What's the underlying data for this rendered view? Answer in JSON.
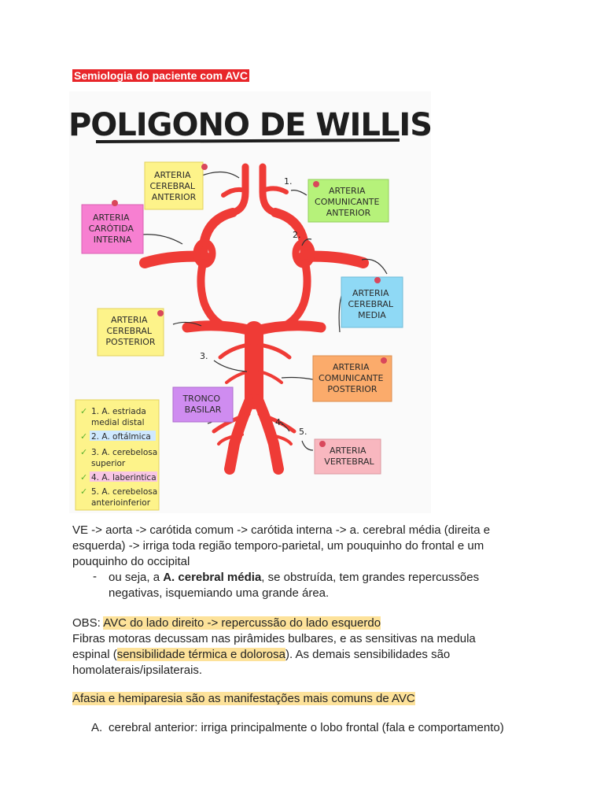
{
  "document": {
    "title": "Semiologia do paciente com AVC"
  },
  "diagram": {
    "heading": "POLIGONO DE WILLIS",
    "labels": {
      "cerebral_anterior": [
        "ARTERIA",
        "CEREBRAL",
        "ANTERIOR"
      ],
      "comunicante_anterior": [
        "ARTERIA",
        "COMUNICANTE",
        "ANTERIOR"
      ],
      "carotida_interna": [
        "ARTERIA",
        "CARÓTIDA",
        "INTERNA"
      ],
      "cerebral_media": [
        "ARTERIA",
        "CEREBRAL",
        "MEDIA"
      ],
      "cerebral_posterior": [
        "ARTERIA",
        "CEREBRAL",
        "POSTERIOR"
      ],
      "comunicante_posterior": [
        "ARTERIA",
        "COMUNICANTE",
        "POSTERIOR"
      ],
      "tronco_basilar": [
        "TRONCO",
        "BASILAR"
      ],
      "vertebral": [
        "ARTERIA",
        "VERTEBRAL"
      ]
    },
    "numbers": [
      "1.",
      "2.",
      "3.",
      "4.",
      "5."
    ],
    "checklist": [
      [
        "1. A. estriada",
        "medial distal"
      ],
      [
        "2. A. oftálmica"
      ],
      [
        "3. A. cerebelosa",
        "superior"
      ],
      [
        "4. A. laberintica"
      ],
      [
        "5. A. cerebelosa",
        "anterioinferior"
      ]
    ],
    "colors": {
      "artery": "#ef3b36",
      "yellow": "#fdf38a",
      "green": "#b6f27a",
      "pink": "#f77fd1",
      "blue": "#8fd9f5",
      "orange": "#fbab6b",
      "purple": "#cf8cf0",
      "rose": "#f8b7bf"
    }
  },
  "body": {
    "p1_line1": "VE -> aorta -> carótida comum -> carótida interna -> a. cerebral média (direita e",
    "p1_line2": "esquerda) -> irriga toda região temporo-parietal, um pouquinho do frontal e um",
    "p1_line3": "pouquinho do occipital",
    "bullet_dash": "-",
    "bullet_pre": "ou seja, a ",
    "bullet_bold": "A. cerebral média",
    "bullet_post": ", se obstruída, tem grandes repercussões",
    "bullet_line2": "negativas, isquemiando uma grande área.",
    "obs_label": "OBS: ",
    "obs_highlight": "AVC do lado direito -> repercussão do lado esquerdo",
    "p2_line1": "Fibras motoras decussam nas pirâmides bulbares, e as sensitivas na medula",
    "p2_line2_pre": "espinal (",
    "p2_line2_hl": "sensibilidade térmica e dolorosa",
    "p2_line2_post": "). As demais sensibilidades são",
    "p2_line3": "homolaterais/ipsilaterais.",
    "afasia": "Afasia e hemiparesia são as manifestações mais comuns de AVC",
    "list_marker": "A.",
    "list_item": "cerebral anterior: irriga principalmente o lobo frontal (fala e comportamento)"
  }
}
